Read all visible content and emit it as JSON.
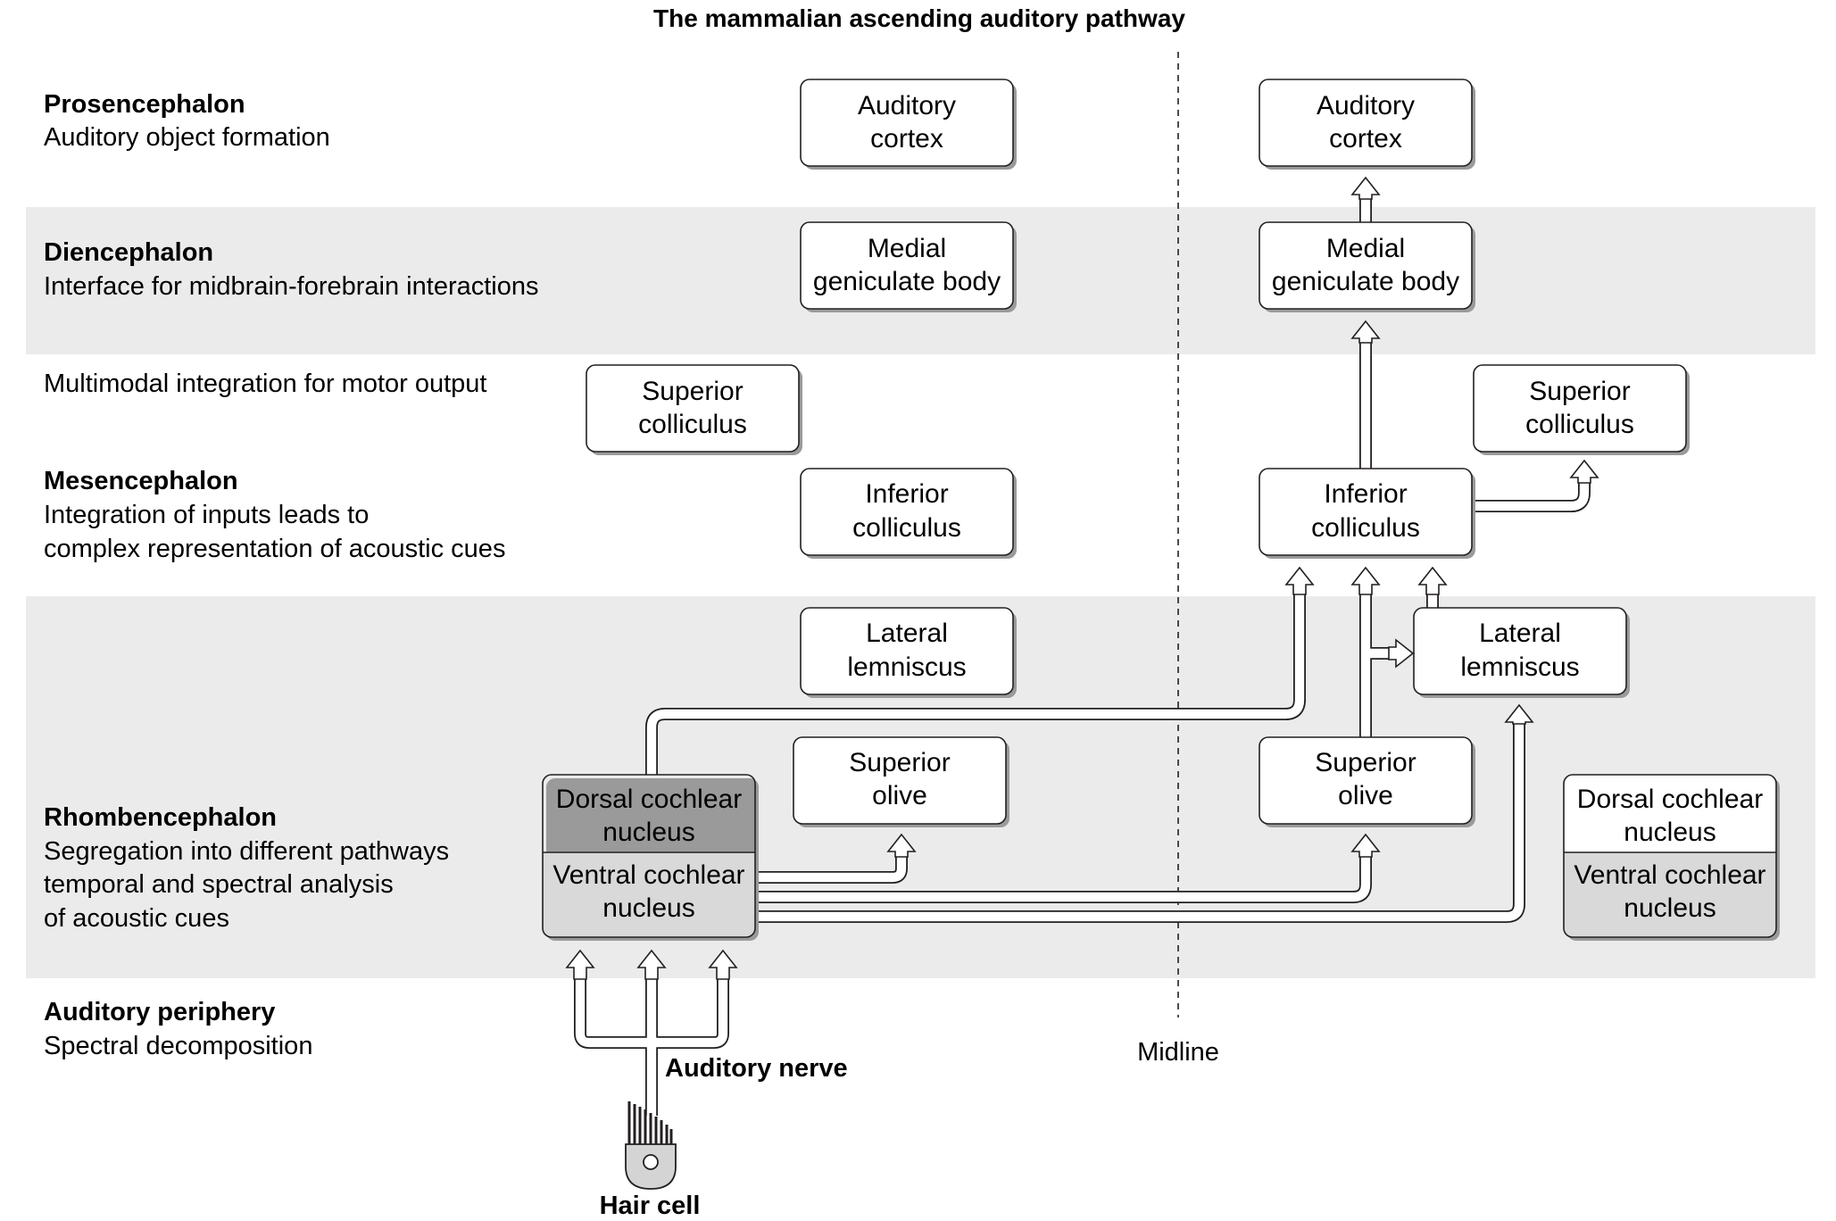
{
  "title": "The mammalian ascending auditory pathway",
  "levels": [
    {
      "name": "Prosencephalon",
      "desc": [
        "Auditory object formation"
      ]
    },
    {
      "name": "Diencephalon",
      "desc": [
        "Interface for midbrain-forebrain interactions"
      ]
    },
    {
      "name": "",
      "desc": [
        "Multimodal integration for motor output"
      ]
    },
    {
      "name": "Mesencephalon",
      "desc": [
        "Integration of inputs leads to",
        "complex representation of acoustic cues"
      ]
    },
    {
      "name": "Rhombencephalon",
      "desc": [
        "Segregation into different pathways",
        "temporal and spectral analysis",
        "of acoustic cues"
      ]
    },
    {
      "name": "Auditory periphery",
      "desc": [
        "Spectral decomposition"
      ]
    }
  ],
  "nodes": {
    "auditory_cortex": [
      "Auditory",
      "cortex"
    ],
    "medial_geniculate_body": [
      "Medial",
      "geniculate body"
    ],
    "superior_colliculus": [
      "Superior",
      "colliculus"
    ],
    "inferior_colliculus": [
      "Inferior",
      "colliculus"
    ],
    "lateral_lemniscus": [
      "Lateral",
      "lemniscus"
    ],
    "superior_olive": [
      "Superior",
      "olive"
    ],
    "dorsal_cochlear_nucleus": [
      "Dorsal cochlear",
      "nucleus"
    ],
    "ventral_cochlear_nucleus": [
      "Ventral cochlear",
      "nucleus"
    ]
  },
  "labels": {
    "midline": "Midline",
    "auditory_nerve": "Auditory nerve",
    "hair_cell": "Hair cell"
  },
  "colors": {
    "band": "#ebebeb",
    "ventral_fill": "#d9d9d9",
    "stroke": "#231f20"
  }
}
